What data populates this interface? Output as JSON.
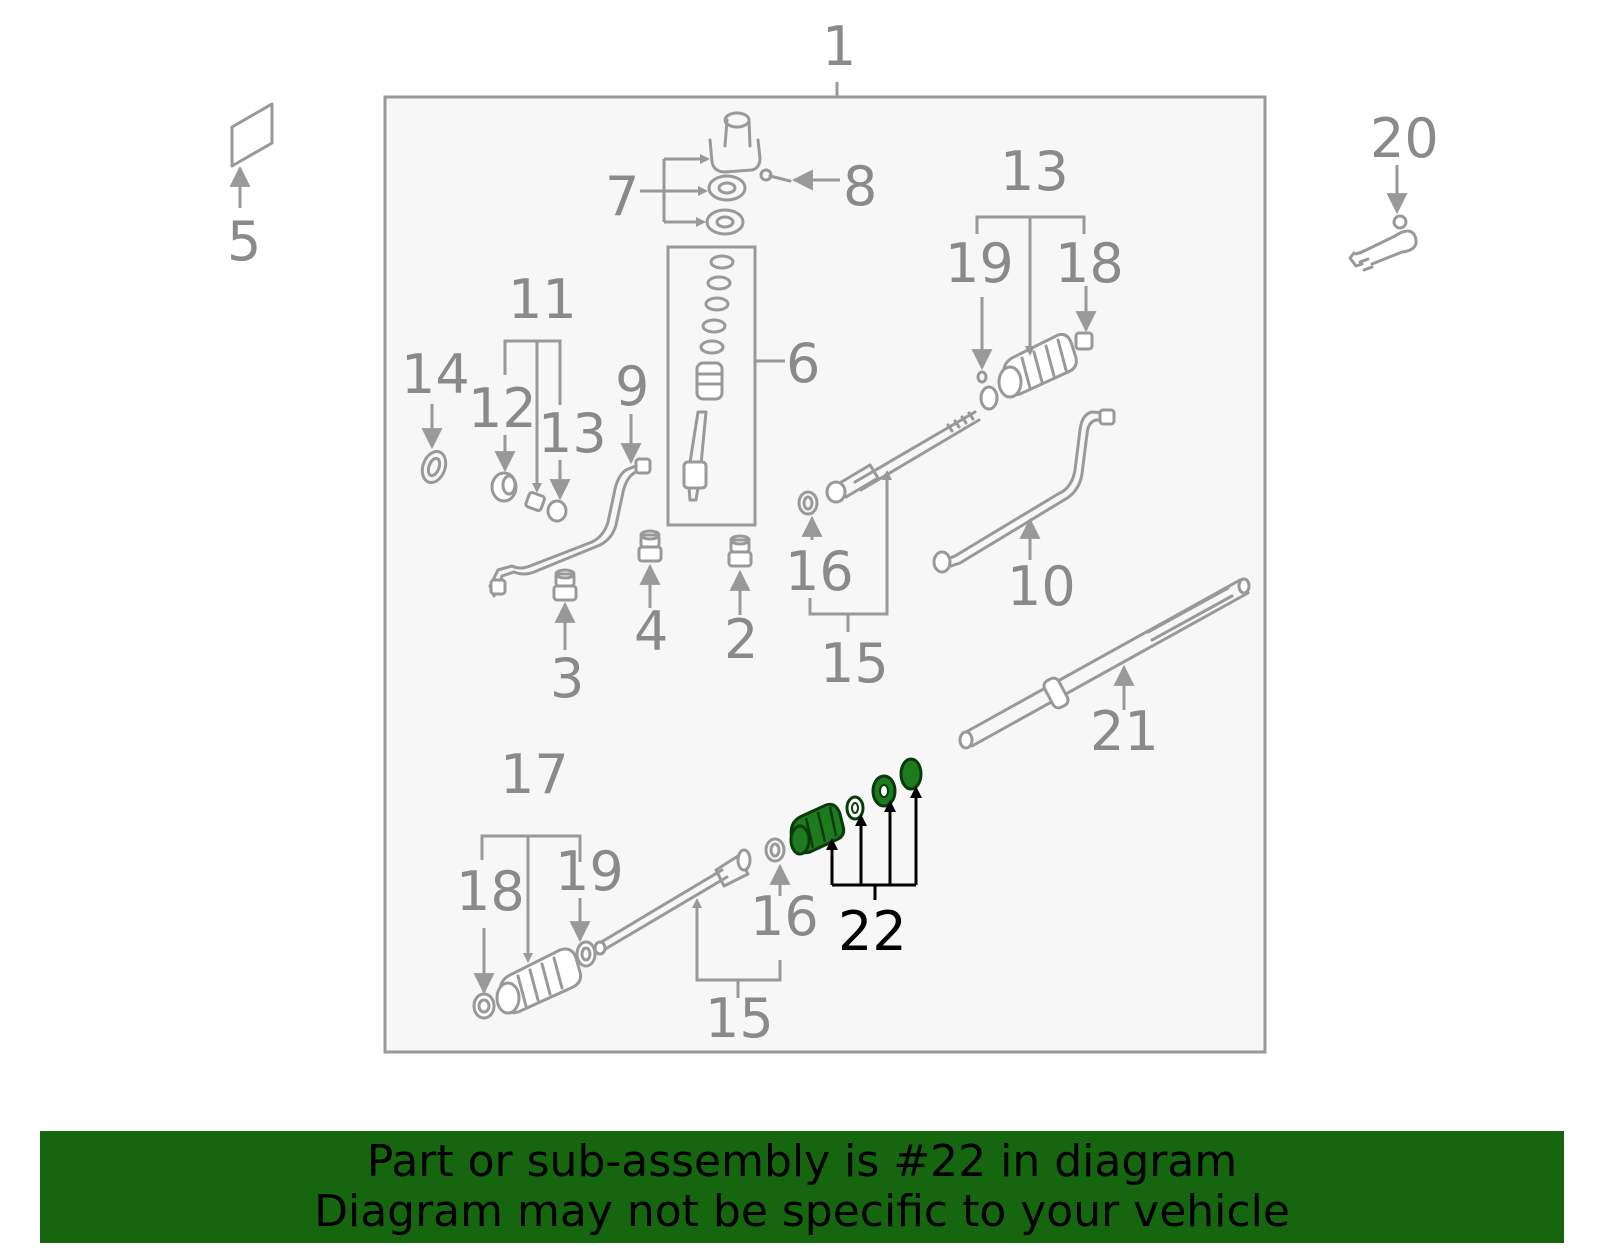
{
  "colors": {
    "highlight": "#1e7a1e",
    "banner_bg": "#16650f",
    "frame": "#999999",
    "frame_fill": "#f7f7f7"
  },
  "callouts": {
    "c1": "1",
    "c2": "2",
    "c3": "3",
    "c4": "4",
    "c5": "5",
    "c6": "6",
    "c7": "7",
    "c8": "8",
    "c9": "9",
    "c10": "10",
    "c11": "11",
    "c12": "12",
    "c13a": "13",
    "c13b": "13",
    "c14": "14",
    "c15a": "15",
    "c15b": "15",
    "c16a": "16",
    "c16b": "16",
    "c17": "17",
    "c18a": "18",
    "c18b": "18",
    "c19a": "19",
    "c19b": "19",
    "c20": "20",
    "c21": "21",
    "c22": "22"
  },
  "highlighted_part": "22",
  "banner": {
    "line1": "Part or sub-assembly is #22 in diagram",
    "line2": "Diagram may not be specific to your vehicle"
  }
}
